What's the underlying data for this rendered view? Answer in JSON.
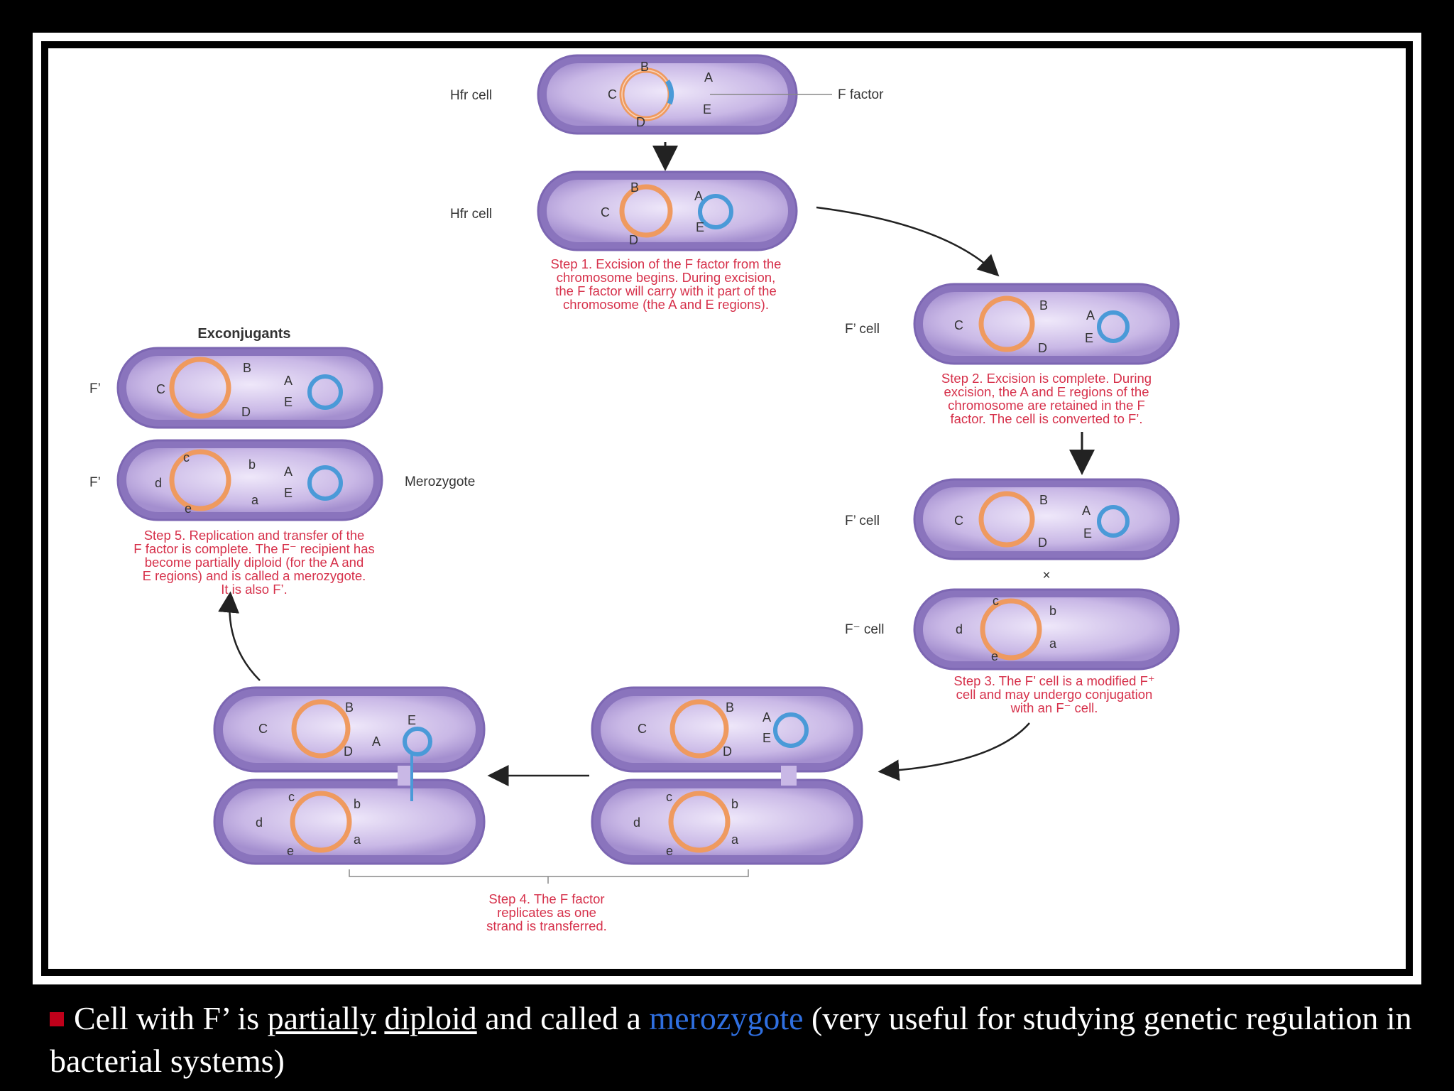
{
  "diagram": {
    "hfr_cell_1": {
      "label": "Hfr cell",
      "genes": [
        "B",
        "A",
        "C",
        "E",
        "D"
      ],
      "f_factor_label": "F factor"
    },
    "hfr_cell_2": {
      "label": "Hfr cell",
      "genes": [
        "B",
        "A",
        "C",
        "E",
        "D"
      ]
    },
    "step1": [
      "Step 1. Excision of the F factor from the",
      "chromosome begins. During excision,",
      "the F factor will carry with it part of the",
      "chromosome (the A and E regions)."
    ],
    "fprime_cell_1": {
      "label": "F’ cell",
      "genes": [
        "B",
        "C",
        "D",
        "A",
        "E"
      ]
    },
    "step2": [
      "Step 2. Excision is complete. During",
      "excision, the A and E regions of the",
      "chromosome are retained in the F",
      "factor. The cell is converted to F’."
    ],
    "fprime_cell_2": {
      "label": "F’ cell",
      "genes": [
        "B",
        "C",
        "D",
        "A",
        "E"
      ]
    },
    "cross": "×",
    "fminus_cell": {
      "label": "F⁻ cell",
      "genes": [
        "c",
        "b",
        "d",
        "a",
        "e"
      ]
    },
    "step3": [
      "Step 3. The F’ cell is a modified F⁺",
      "cell and may undergo conjugation",
      "with an F⁻ cell."
    ],
    "conj_right": {
      "top_genes": [
        "B",
        "A",
        "C",
        "E",
        "D"
      ],
      "bottom_genes": [
        "c",
        "b",
        "d",
        "a",
        "e"
      ]
    },
    "conj_left": {
      "top_genes": [
        "B",
        "E",
        "C",
        "A",
        "D"
      ],
      "bottom_genes": [
        "c",
        "b",
        "d",
        "a",
        "e"
      ]
    },
    "step4": [
      "Step 4. The F factor",
      "replicates as one",
      "strand is transferred."
    ],
    "exconjugants": {
      "title": "Exconjugants",
      "top": {
        "label": "F’",
        "genes": [
          "B",
          "C",
          "D",
          "A",
          "E"
        ]
      },
      "bottom": {
        "label": "F’",
        "genes": [
          "c",
          "b",
          "d",
          "a",
          "e",
          "A",
          "E"
        ],
        "side_label": "Merozygote"
      }
    },
    "step5": [
      "Step 5. Replication and transfer of the",
      "F factor is complete. The F⁻ recipient has",
      "become partially diploid (for the A and",
      "E regions) and is called a merozygote.",
      "It is also F’."
    ]
  },
  "caption": {
    "part1": "Cell with F’ is ",
    "partially": "partially",
    "space": " ",
    "diploid": "diploid",
    "part2": " and called a ",
    "merozygote": "merozygote",
    "part3": " (very useful for studying genetic regulation in bacterial systems)"
  },
  "colors": {
    "cell_fill": "#9b87c6",
    "chromosome": "#ef9a5f",
    "f_factor": "#4a9ad8",
    "step_text": "#d6304a",
    "caption_accent": "#2f6fe0",
    "bullet": "#c0001a"
  }
}
